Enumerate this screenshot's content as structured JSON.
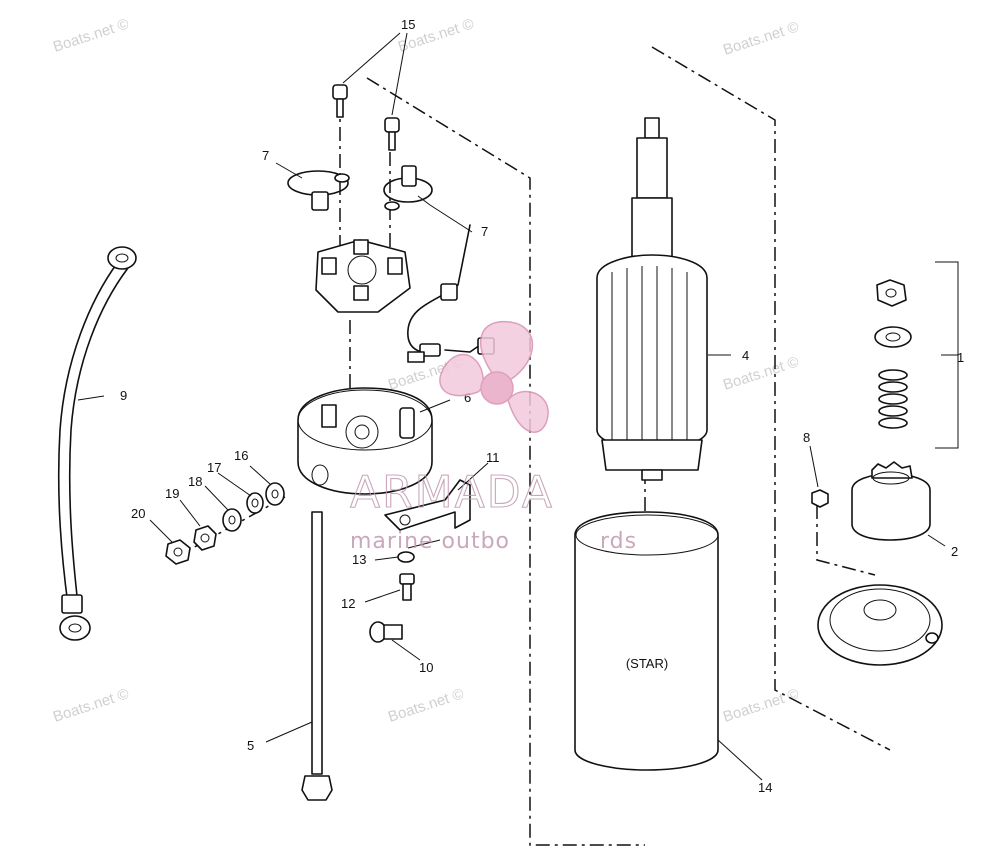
{
  "watermark": {
    "text": "Boats.net ©",
    "brand_name": "ARMADA",
    "brand_tagline": "marine outbo",
    "brand_tagline_tail": "rds"
  },
  "housing_label": "(STAR)",
  "callouts": {
    "c1": "1",
    "c2": "2",
    "c4": "4",
    "c5": "5",
    "c6": "6",
    "c7a": "7",
    "c7b": "7",
    "c8": "8",
    "c9": "9",
    "c10": "10",
    "c11": "11",
    "c12": "12",
    "c13": "13",
    "c14": "14",
    "c15": "15",
    "c16": "16",
    "c17": "17",
    "c18": "18",
    "c19": "19",
    "c20": "20"
  },
  "colors": {
    "ink": "#111111",
    "watermark": "#d0d0d0",
    "brand": "#c09ab0",
    "logo_fill": "#f3c9db",
    "logo_stroke": "#d98fb2"
  }
}
